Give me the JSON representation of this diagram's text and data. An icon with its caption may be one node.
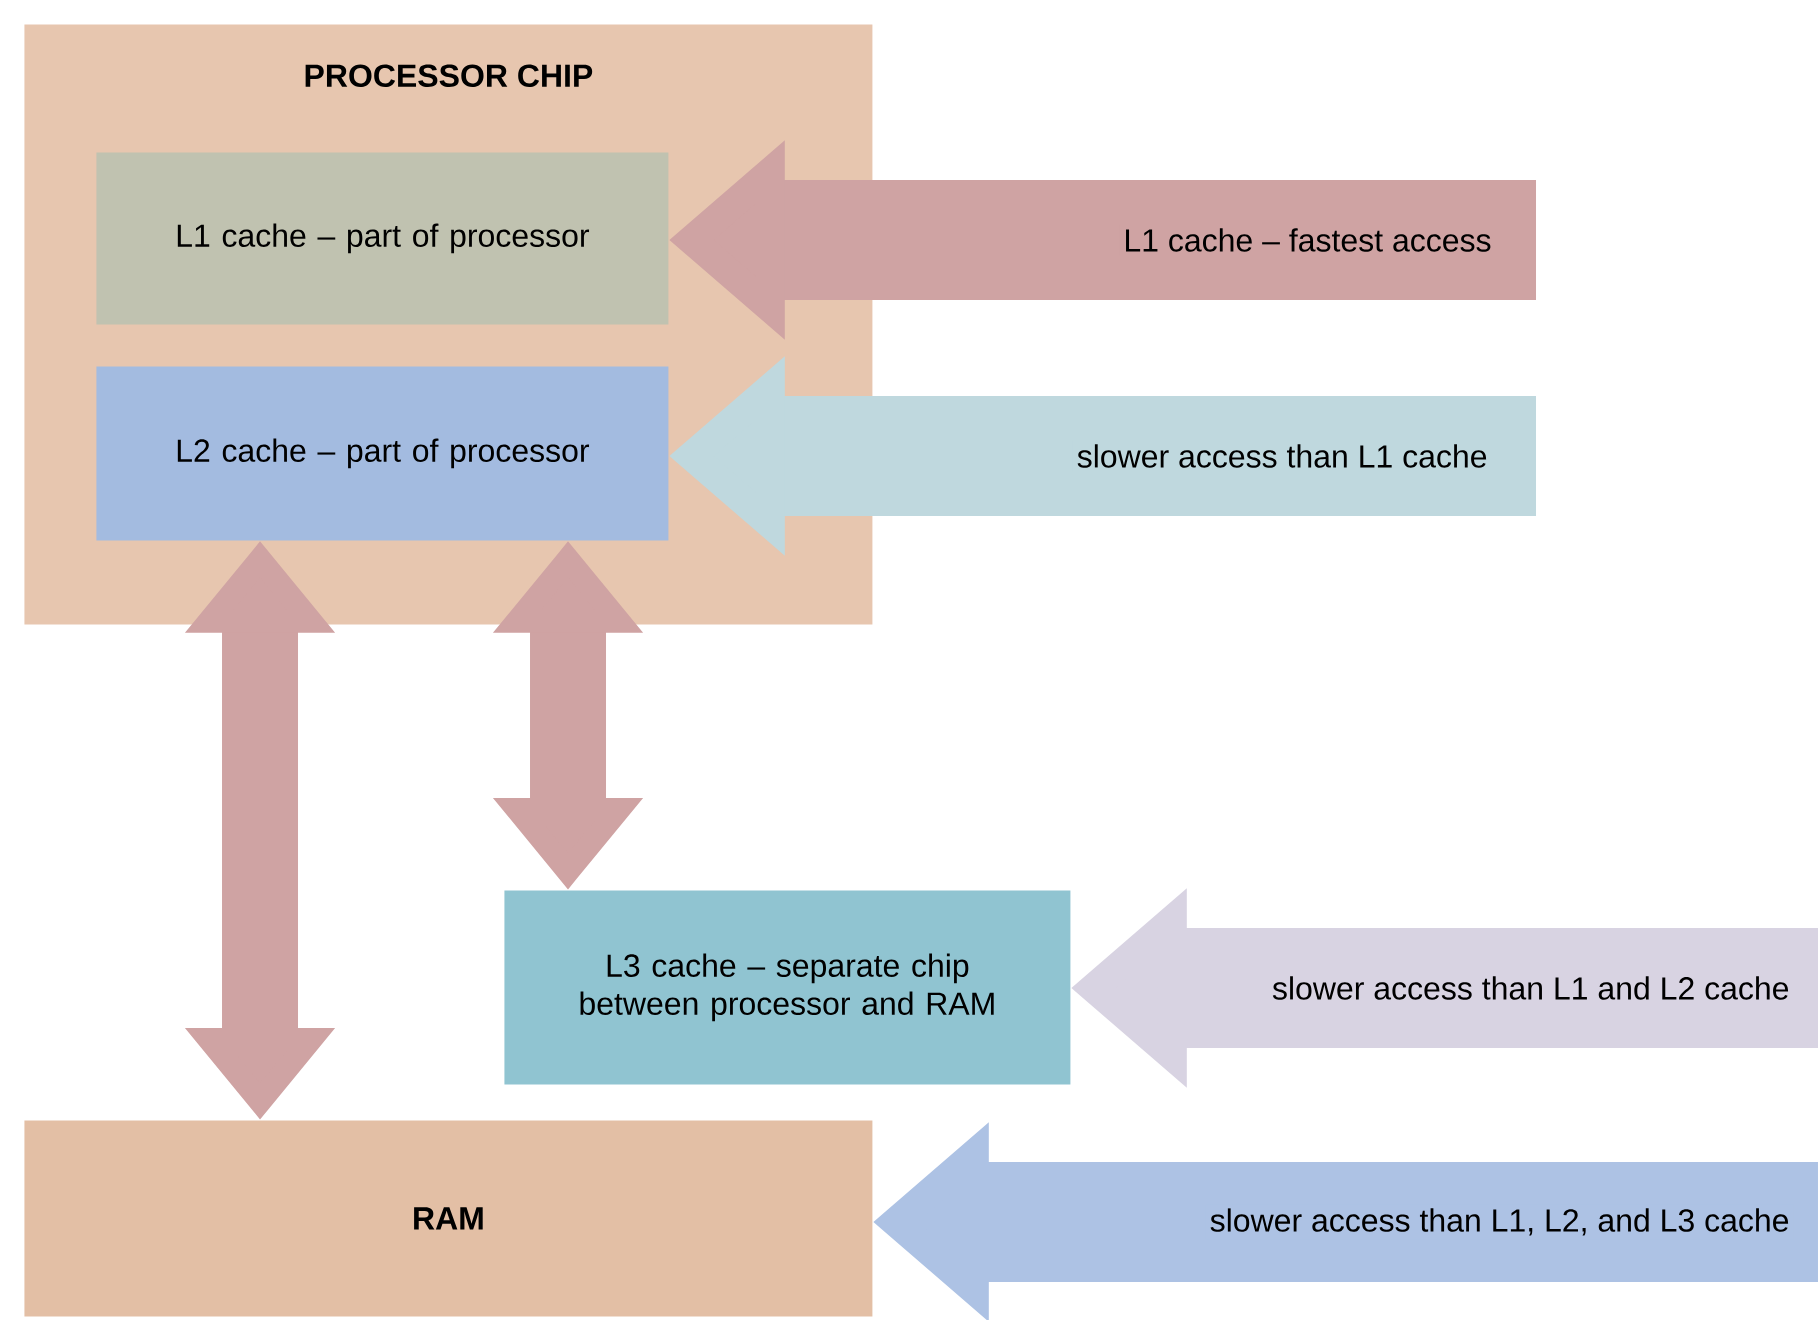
{
  "diagram": {
    "nodes": [
      {
        "text": [
          "PROCESSOR CHIP"
        ]
      },
      {
        "text": [
          "L1 cache – part of processor"
        ],
        "in": 0
      },
      {
        "text": [
          "L2 cache – part of processor"
        ],
        "in": 0
      },
      {
        "text": [
          "L3 cache – separate chip between processor and RAM"
        ]
      },
      {
        "text": [
          "RAM"
        ]
      }
    ],
    "edges": [
      {
        "from": null,
        "to": 1,
        "arrow": "to",
        "label": "L1 cache – fastest access"
      },
      {
        "from": null,
        "to": 2,
        "arrow": "to",
        "label": "slower access than L1 cache",
        "color": "#bfd8de"
      },
      {
        "from": 2,
        "to": 4,
        "arrow": "both"
      },
      {
        "from": 2,
        "to": 3,
        "arrow": "both"
      },
      {
        "from": null,
        "to": 3,
        "arrow": "to",
        "label": "slower access than L1 and L2 cache",
        "color": "#d8d3e2"
      },
      {
        "from": null,
        "to": 4,
        "arrow": "to",
        "label": "slower access than L1, L2, and L3 cache",
        "color": "#adc2e4"
      }
    ]
  }
}
